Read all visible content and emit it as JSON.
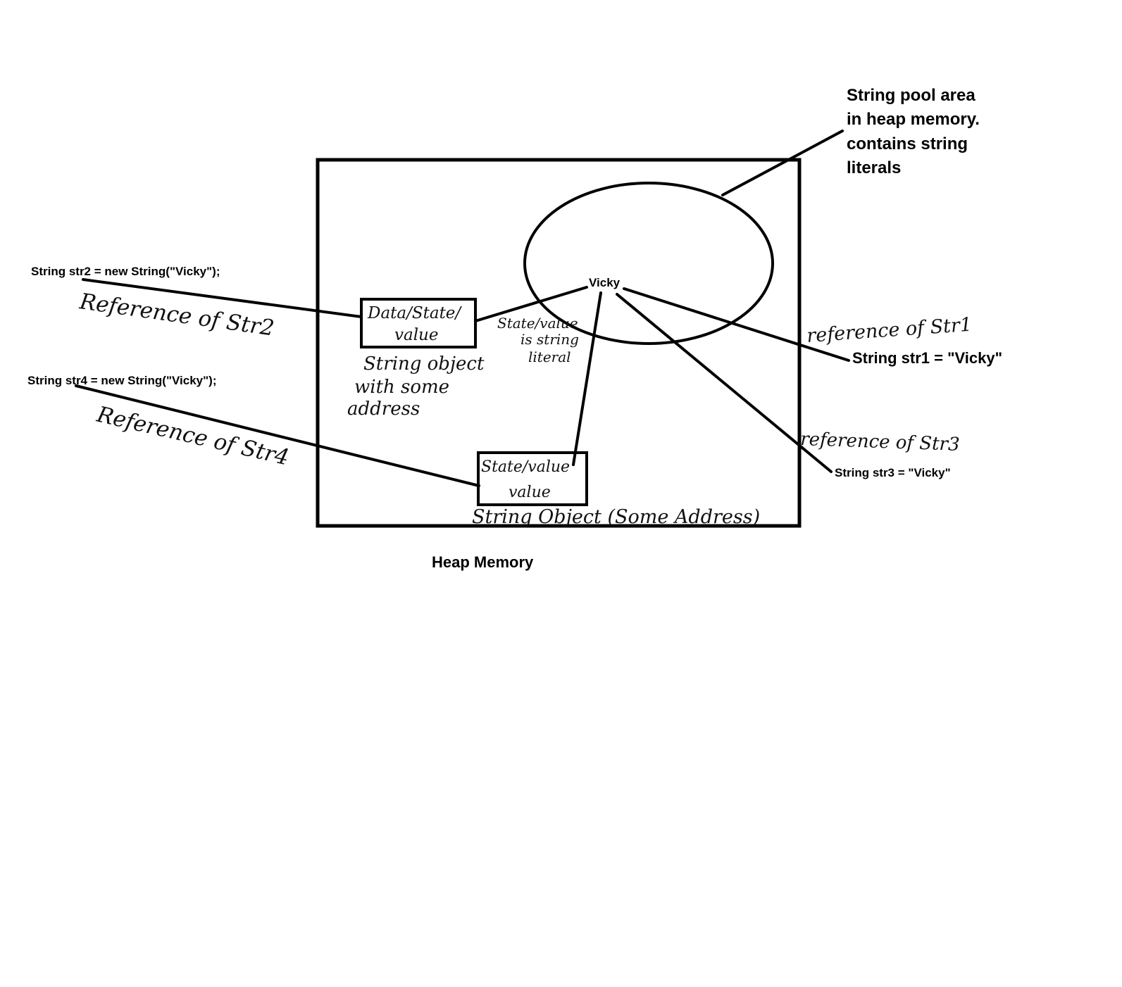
{
  "labels": {
    "pool_note": [
      "String pool area",
      "in heap memory.",
      "contains string",
      "literals"
    ],
    "heap_memory": "Heap Memory",
    "literal": "Vicky",
    "code_str1": "String str1 = \"Vicky\"",
    "code_str2": "String str2 = new String(\"Vicky\");",
    "code_str3": "String str3 = \"Vicky\"",
    "code_str4": "String str4 = new String(\"Vicky\");"
  },
  "handwritten": {
    "ref_str2": "Reference of Str2",
    "ref_str4": "Reference of Str4",
    "ref_str1": "reference of Str1",
    "ref_str3": "reference of Str3",
    "obj1_box": [
      "Data/State/",
      "value"
    ],
    "obj1_note": [
      "String object",
      "with some",
      "address"
    ],
    "literal_note": [
      "State/value",
      "is string",
      "literal"
    ],
    "obj2_box": [
      "State/value",
      "value"
    ],
    "obj2_note": "String Object (Some Address)"
  }
}
